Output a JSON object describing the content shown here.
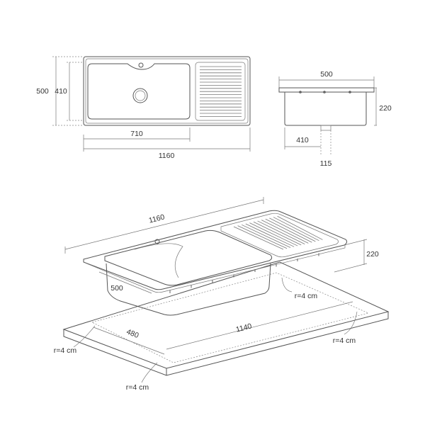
{
  "top_view": {
    "overall_width": "1160",
    "bowl_width": "710",
    "overall_depth": "500",
    "bowl_depth": "410"
  },
  "side_view": {
    "top_width": "500",
    "height": "220",
    "bottom_width": "410",
    "outlet": "115"
  },
  "iso_view": {
    "length": "1160",
    "width": "500",
    "height": "220",
    "cutout_length": "1140",
    "cutout_width": "480",
    "radius_labels": [
      "r=4 cm",
      "r=4 cm",
      "r=4 cm",
      "r=4 cm"
    ]
  },
  "colors": {
    "line": "#555555",
    "text": "#333333"
  }
}
